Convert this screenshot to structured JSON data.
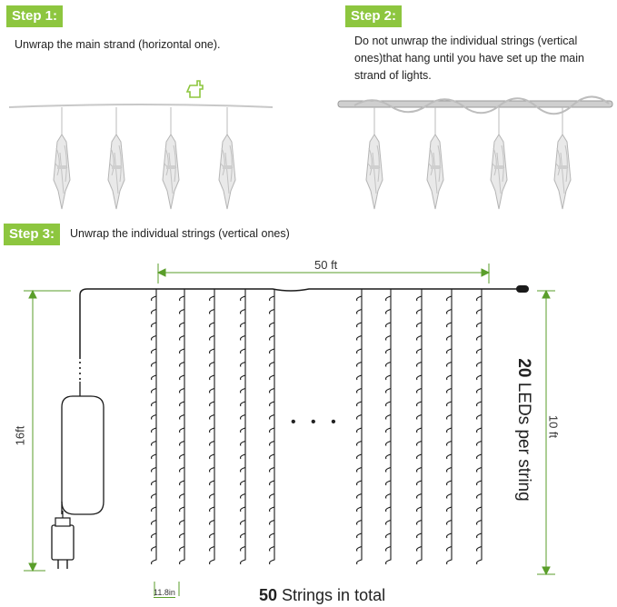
{
  "steps": [
    {
      "badge": "Step 1:",
      "text": "Unwrap the main strand (horizontal one)."
    },
    {
      "badge": "Step 2:",
      "text": "Do not unwrap the individual strings (vertical ones)that hang until you have set up the main strand of lights."
    },
    {
      "badge": "Step 3:",
      "text": "Unwrap the individual strings (vertical ones)"
    }
  ],
  "dimensions": {
    "width": "50 ft",
    "height_right": "10 ft",
    "cord_length": "16ft",
    "string_spacing": "11.8in",
    "leds_count": "20",
    "leds_text": " LEDs per string",
    "strings_count": "50",
    "strings_text": " Strings in total",
    "ellipsis": "• • •"
  },
  "colors": {
    "accent_green": "#8dc63f",
    "dimension_green": "#5a9e2a",
    "wire": "#1a1a1a"
  },
  "icons": [
    "hand-pointer-icon"
  ]
}
